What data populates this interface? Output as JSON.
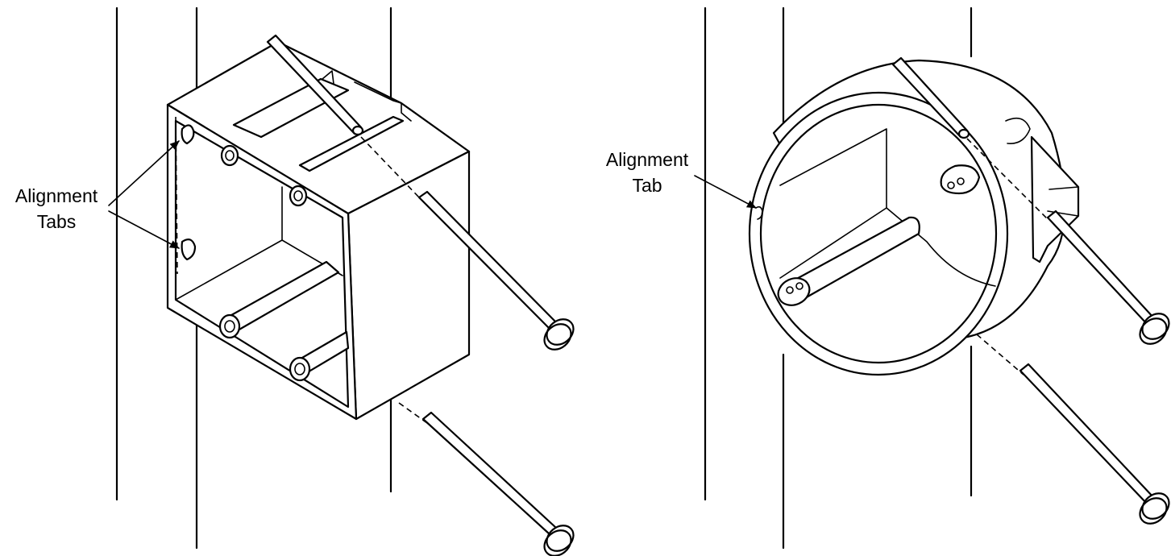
{
  "left_figure": {
    "label_line1": "Alignment",
    "label_line2": "Tabs"
  },
  "right_figure": {
    "label_line1": "Alignment",
    "label_line2": "Tab"
  },
  "colors": {
    "line": "#000000",
    "background": "#ffffff"
  }
}
